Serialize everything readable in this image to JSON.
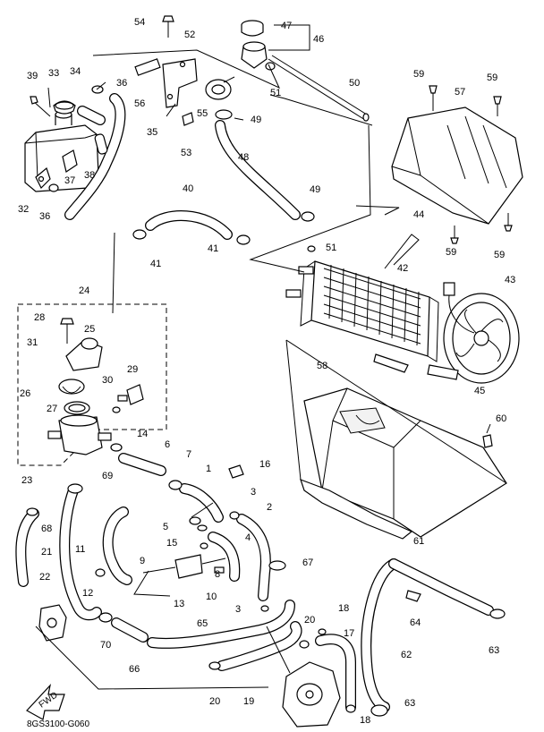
{
  "diagram": {
    "drawing_code": "8GS3100-G060",
    "fwd_label": "FWD",
    "callouts": [
      "1",
      "2",
      "3",
      "3",
      "4",
      "5",
      "6",
      "7",
      "8",
      "9",
      "10",
      "11",
      "12",
      "13",
      "14",
      "15",
      "16",
      "17",
      "18",
      "18",
      "19",
      "20",
      "20",
      "21",
      "22",
      "23",
      "24",
      "25",
      "26",
      "27",
      "28",
      "29",
      "30",
      "31",
      "32",
      "33",
      "34",
      "35",
      "36",
      "36",
      "37",
      "38",
      "39",
      "40",
      "41",
      "41",
      "42",
      "43",
      "44",
      "45",
      "46",
      "47",
      "48",
      "49",
      "49",
      "50",
      "51",
      "51",
      "52",
      "53",
      "54",
      "55",
      "56",
      "57",
      "58",
      "59",
      "59",
      "59",
      "59",
      "60",
      "61",
      "62",
      "63",
      "63",
      "64",
      "65",
      "66",
      "67",
      "68",
      "69",
      "70"
    ]
  }
}
